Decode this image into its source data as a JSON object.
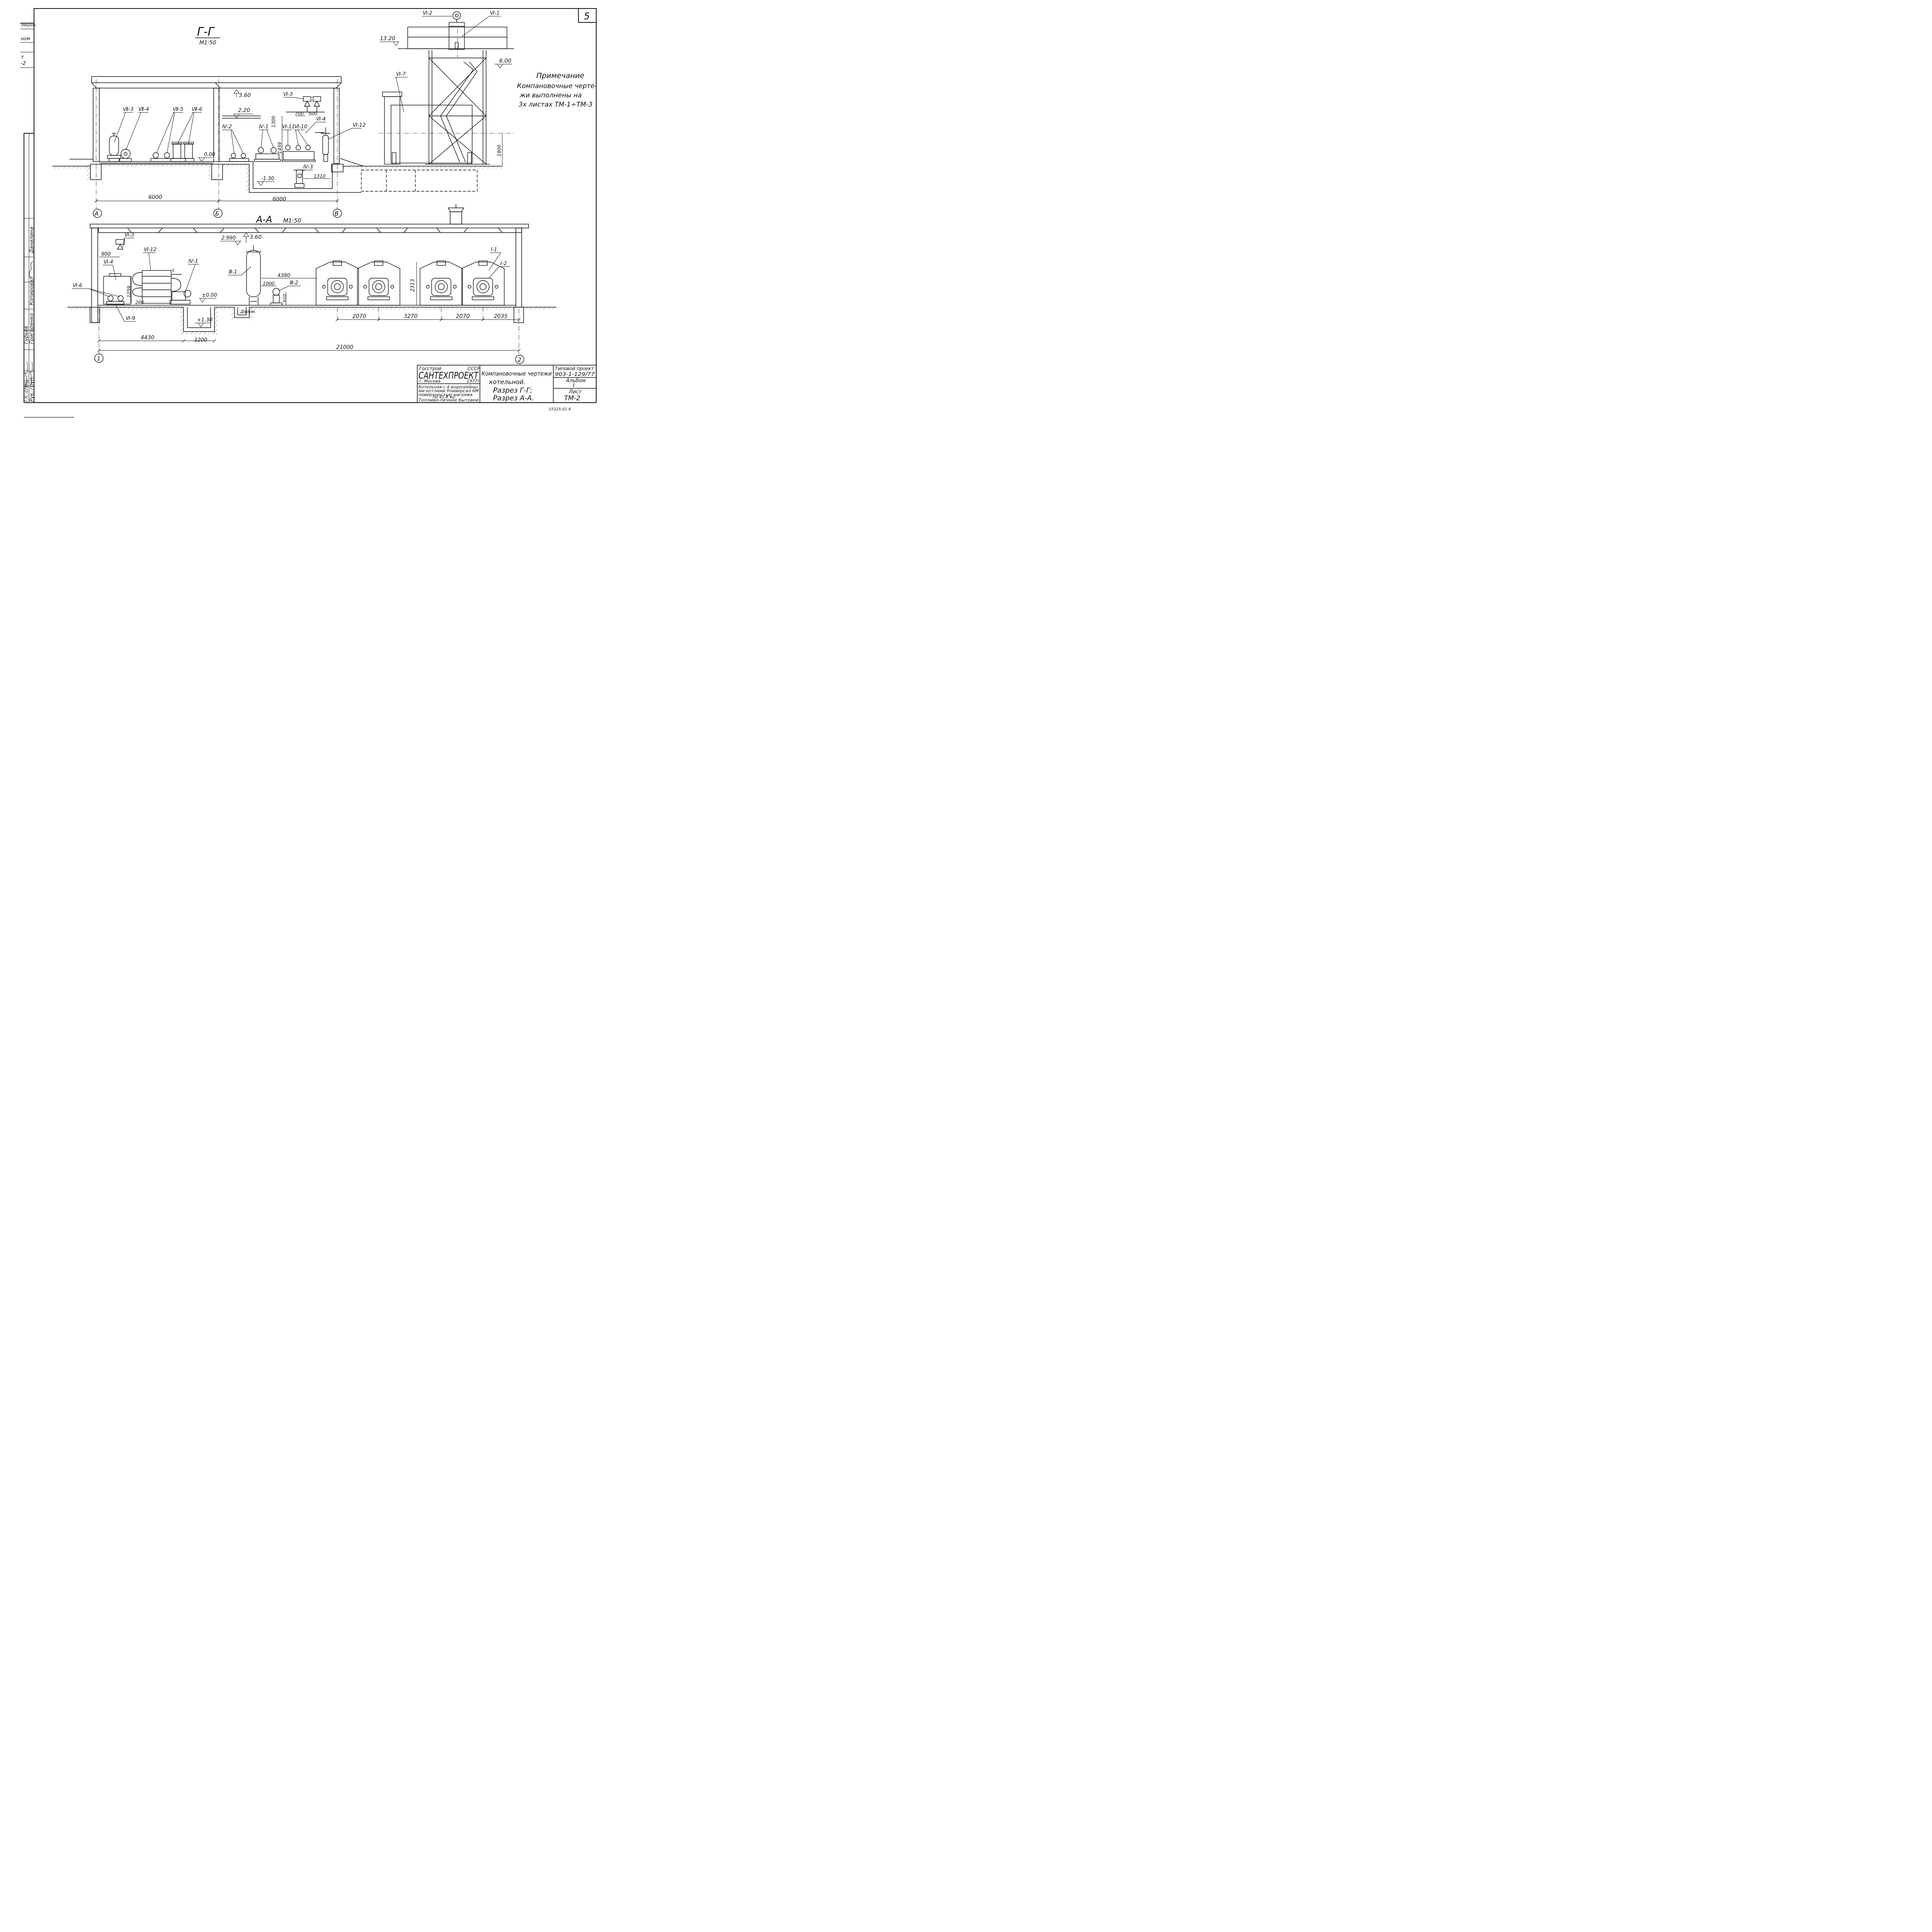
{
  "sheet_number": "5",
  "section_gg": {
    "title": "Г-Г",
    "scale": "М1:50"
  },
  "section_aa": {
    "title": "А-А",
    "scale": "М1:50"
  },
  "note": {
    "title": "Примечание",
    "lines": [
      "Компановочные черте-",
      "жи выполнены на",
      "3х листах ТМ-1÷ТМ-3"
    ]
  },
  "axes": {
    "A": "А",
    "B": "Б",
    "V": "В",
    "one": "1",
    "two": "2"
  },
  "elevations": {
    "e1320": "13.20",
    "e600": "6.00",
    "e360": "3.60",
    "e220": "2.20",
    "e000": "0.00",
    "em130": "-1.30",
    "e2990": "2.990",
    "e360b": "3.60",
    "epm000": "±0.00",
    "ep130": "+1.30"
  },
  "dims": {
    "d6000a": "6000",
    "d6000b": "6000",
    "d1300": "1300",
    "d700": "700",
    "d500": "500",
    "d1459": "1459",
    "d1310": "1310",
    "d1800": "1800",
    "d900": "900",
    "d1259": "1259",
    "d200": "200",
    "d4380": "4380",
    "d1000": "1000",
    "d610": "610",
    "d2313": "2313",
    "d2070a": "2070",
    "d3270": "3270",
    "d2070b": "2070",
    "d2035": "2035",
    "d4430": "4430",
    "d1200": "1200",
    "d21000": "21000"
  },
  "tags": {
    "vii3": "Ⅶ-3",
    "vii4": "Ⅶ-4",
    "vii5": "Ⅶ-5",
    "vii6": "Ⅶ-6",
    "iv2": "Ⅳ-2",
    "iv1": "Ⅳ-1",
    "iv3": "Ⅳ-3",
    "vi3": "Ⅵ-3",
    "vi11": "Ⅵ-11",
    "vi10": "Ⅵ-10",
    "vi4": "Ⅵ-4",
    "vi12": "Ⅵ-12",
    "vi7": "Ⅵ-7",
    "vi2": "Ⅵ-2",
    "vi1": "Ⅵ-1",
    "a_vi3": "Ⅵ-3",
    "a_vi12": "Ⅵ-12",
    "a_vi4": "Ⅵ-4",
    "a_iv1": "Ⅳ-1",
    "a_vi6": "Ⅵ-6",
    "a_vi9": "Ⅵ-9",
    "a_iii1": "Ⅲ-1",
    "a_iii2": "Ⅲ-2",
    "a_i1": "Ⅰ-1",
    "a_i2": "Ⅰ-2",
    "drain": "Дерем."
  },
  "stamp": {
    "org1": "Госстрой",
    "org2": "СССР",
    "org_name": "САНТЕХПРОЕКТ",
    "city": "г. Москва",
    "year": "1977г.",
    "desc1": "Котельная с 4 водогрейны-",
    "desc2": "ми котлами Универсал 6М",
    "desc3": "поверхностью нагрева",
    "desc4": "по 41,8 м2.",
    "desc5": "Топливо-печное бытовое",
    "title1": "Компановочные чертежи",
    "title2": "котельной.",
    "title3": "Разрез Г-Г;",
    "title4": "Разрез А-А.",
    "proj_label": "Типовой проект",
    "proj_num": "903-1-129/77",
    "album_label": "Альбом",
    "album_num": "I",
    "sheet_label": "Лист",
    "sheet_code": "ТМ-2"
  },
  "side_stamp": {
    "role1": "Гл. спец.",
    "role2": "Рук. груп.",
    "name1": "Гурьев",
    "name2": "Григоренко",
    "col_copied": "Копировал",
    "col_name": "Данилина",
    "top1": "лишон",
    "top2": "ном",
    "top3": "т",
    "top4": "-2"
  },
  "footer_code": "15325-01  6"
}
